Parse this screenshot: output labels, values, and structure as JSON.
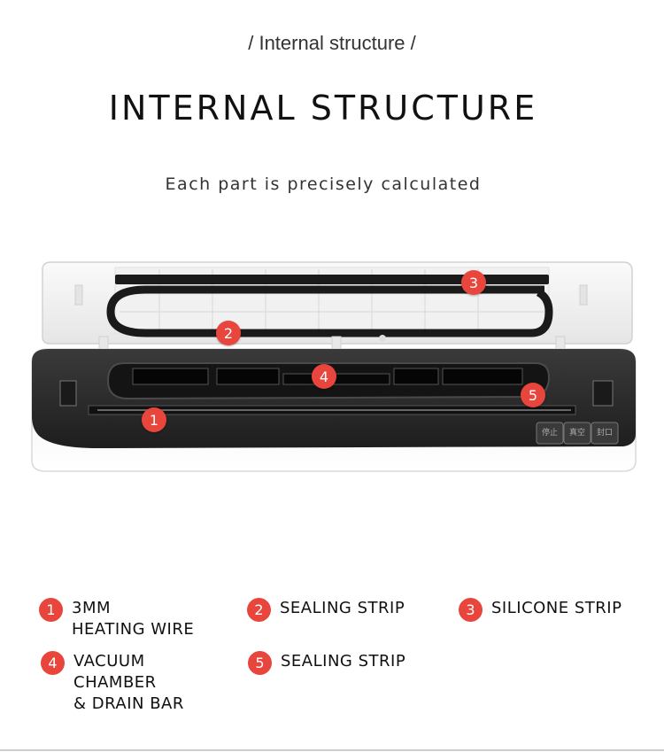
{
  "header": {
    "subtitle": "/ Internal structure /",
    "title": "INTERNAL STRUCTURE",
    "tagline": "Each part is precisely calculated"
  },
  "product": {
    "buttons": [
      "停止",
      "真空",
      "封口"
    ],
    "markers": [
      "1",
      "2",
      "3",
      "4",
      "5"
    ]
  },
  "legend": {
    "items": [
      {
        "num": "1",
        "label": "3MM\nHEATING WIRE"
      },
      {
        "num": "2",
        "label": "SEALING STRIP"
      },
      {
        "num": "3",
        "label": "SILICONE STRIP"
      },
      {
        "num": "4",
        "label": "VACUUM\nCHAMBER\n& DRAIN BAR"
      },
      {
        "num": "5",
        "label": "SEALING STRIP"
      }
    ]
  },
  "colors": {
    "accent": "#e8453c",
    "device_dark": "#2a2a2a",
    "device_white": "#f4f4f4"
  }
}
